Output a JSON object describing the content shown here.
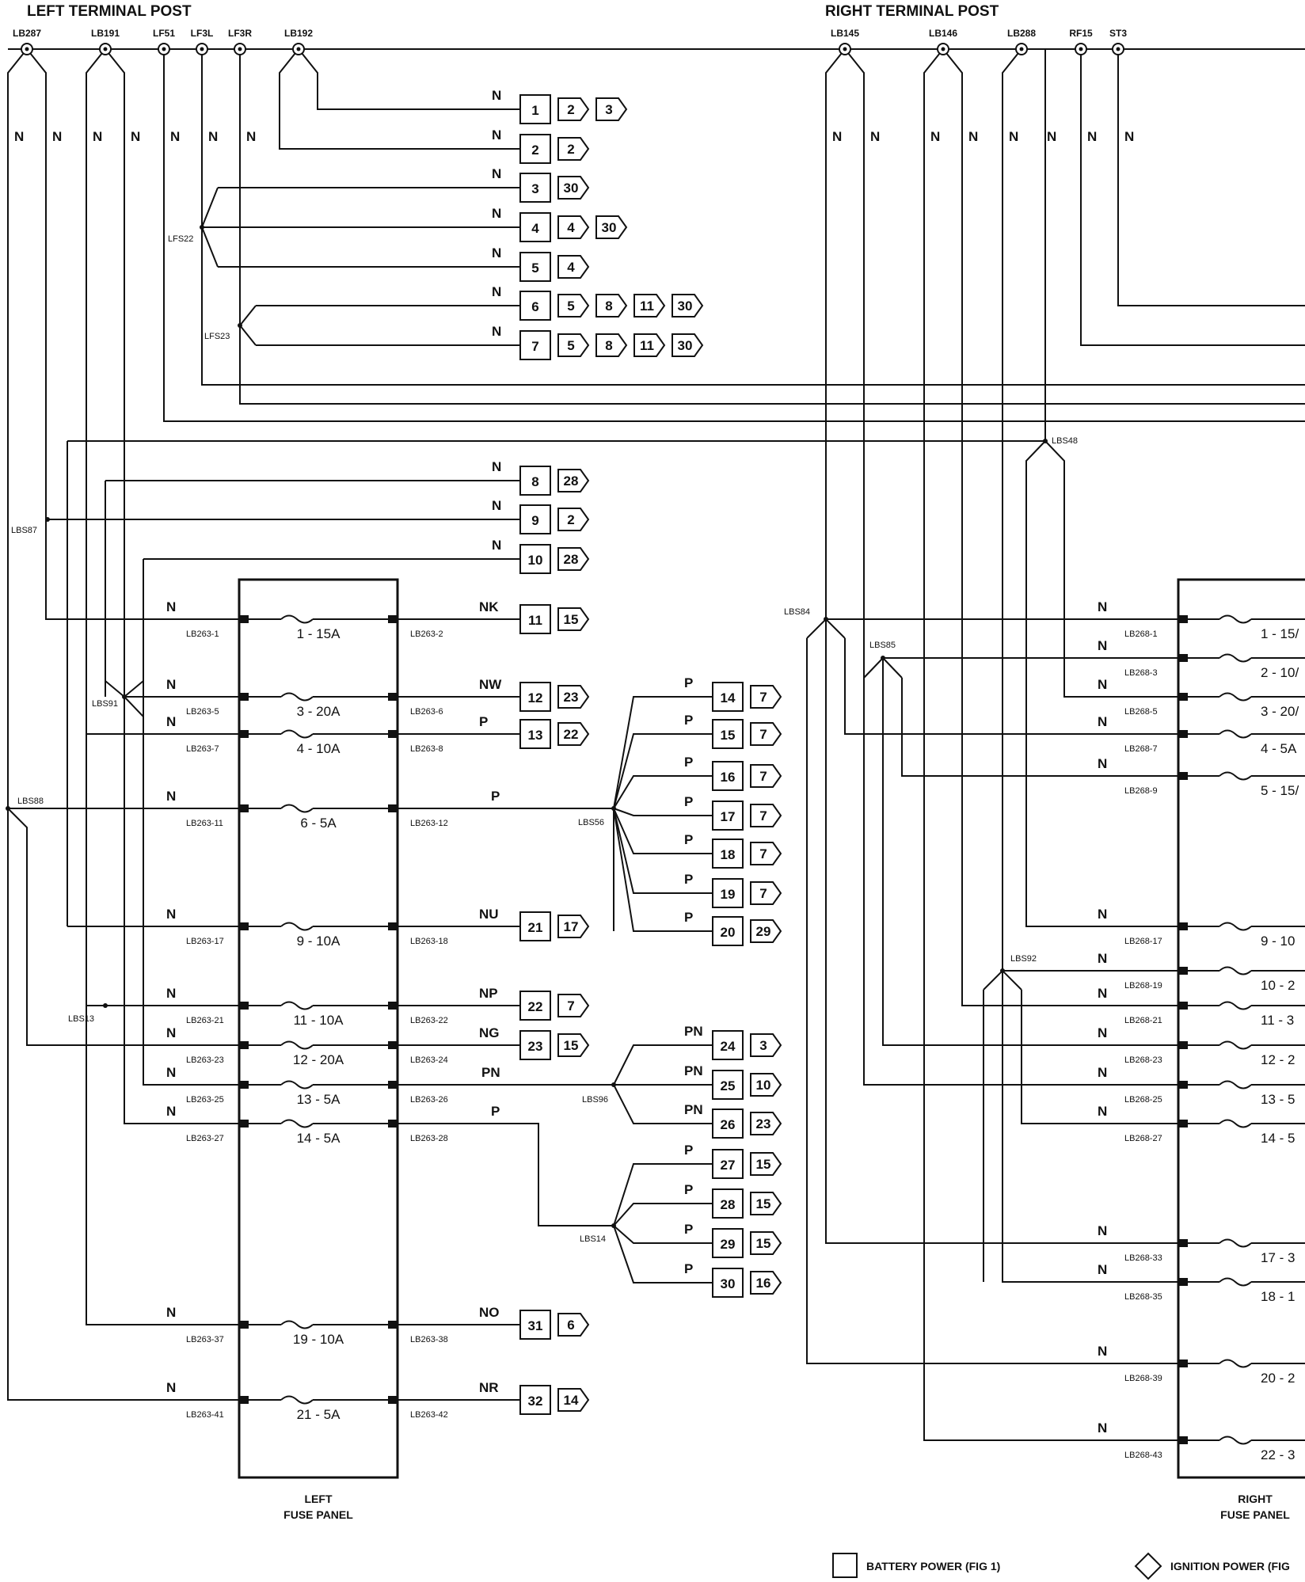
{
  "titles": {
    "left": "LEFT TERMINAL POST",
    "right": "RIGHT TERMINAL POST"
  },
  "panels": {
    "left_line1": "LEFT",
    "left_line2": "FUSE PANEL",
    "right_line1": "RIGHT",
    "right_line2": "FUSE PANEL"
  },
  "legend": {
    "battery": "BATTERY POWER (FIG 1)",
    "ignition": "IGNITION POWER (FIG"
  },
  "left_posts": [
    "LB287",
    "LB191",
    "LF51",
    "LF3L",
    "LF3R",
    "LB192"
  ],
  "right_posts": [
    "LB145",
    "LB146",
    "LB288",
    "RF15",
    "ST3"
  ],
  "splices": [
    "LFS22",
    "LFS23",
    "LBS48",
    "LBS87",
    "LBS91",
    "LBS88",
    "LBS13",
    "LBS56",
    "LBS96",
    "LBS14",
    "LBS84",
    "LBS85",
    "LBS92"
  ],
  "left_fuses": [
    {
      "label": "1 - 15A",
      "in": "LB263-1",
      "out": "LB263-2",
      "in_color": "N",
      "out_color": "NK"
    },
    {
      "label": "3 - 20A",
      "in": "LB263-5",
      "out": "LB263-6",
      "in_color": "N",
      "out_color": "NW"
    },
    {
      "label": "4 - 10A",
      "in": "LB263-7",
      "out": "LB263-8",
      "in_color": "N",
      "out_color": "P"
    },
    {
      "label": "6 - 5A",
      "in": "LB263-11",
      "out": "LB263-12",
      "in_color": "N",
      "out_color": "P"
    },
    {
      "label": "9 - 10A",
      "in": "LB263-17",
      "out": "LB263-18",
      "in_color": "N",
      "out_color": "NU"
    },
    {
      "label": "11 - 10A",
      "in": "LB263-21",
      "out": "LB263-22",
      "in_color": "N",
      "out_color": "NP"
    },
    {
      "label": "12 - 20A",
      "in": "LB263-23",
      "out": "LB263-24",
      "in_color": "N",
      "out_color": "NG"
    },
    {
      "label": "13 - 5A",
      "in": "LB263-25",
      "out": "LB263-26",
      "in_color": "N",
      "out_color": "PN"
    },
    {
      "label": "14 - 5A",
      "in": "LB263-27",
      "out": "LB263-28",
      "in_color": "N",
      "out_color": "P"
    },
    {
      "label": "19 - 10A",
      "in": "LB263-37",
      "out": "LB263-38",
      "in_color": "N",
      "out_color": "NO"
    },
    {
      "label": "21 - 5A",
      "in": "LB263-41",
      "out": "LB263-42",
      "in_color": "N",
      "out_color": "NR"
    }
  ],
  "right_fuses": [
    {
      "label": "1 - 15/",
      "in": "LB268-1",
      "in_color": "N"
    },
    {
      "label": "2 - 10/",
      "in": "LB268-3",
      "in_color": "N"
    },
    {
      "label": "3 - 20/",
      "in": "LB268-5",
      "in_color": "N"
    },
    {
      "label": "4 - 5A",
      "in": "LB268-7",
      "in_color": "N"
    },
    {
      "label": "5 - 15/",
      "in": "LB268-9",
      "in_color": "N"
    },
    {
      "label": "9 - 10",
      "in": "LB268-17",
      "in_color": "N"
    },
    {
      "label": "10 - 2",
      "in": "LB268-19",
      "in_color": "N"
    },
    {
      "label": "11 - 3",
      "in": "LB268-21",
      "in_color": "N"
    },
    {
      "label": "12 - 2",
      "in": "LB268-23",
      "in_color": "N"
    },
    {
      "label": "13 - 5",
      "in": "LB268-25",
      "in_color": "N"
    },
    {
      "label": "14 - 5",
      "in": "LB268-27",
      "in_color": "N"
    },
    {
      "label": "17 - 3",
      "in": "LB268-33",
      "in_color": "N"
    },
    {
      "label": "18 - 1",
      "in": "LB268-35",
      "in_color": "N"
    },
    {
      "label": "20 - 2",
      "in": "LB268-39",
      "in_color": "N"
    },
    {
      "label": "22 - 3",
      "in": "LB268-43",
      "in_color": "N"
    }
  ],
  "circuits": [
    {
      "num": "1",
      "color": "N",
      "refs": [
        "2",
        "3"
      ]
    },
    {
      "num": "2",
      "color": "N",
      "refs": [
        "2"
      ]
    },
    {
      "num": "3",
      "color": "N",
      "refs": [
        "30"
      ]
    },
    {
      "num": "4",
      "color": "N",
      "refs": [
        "4",
        "30"
      ]
    },
    {
      "num": "5",
      "color": "N",
      "refs": [
        "4"
      ]
    },
    {
      "num": "6",
      "color": "N",
      "refs": [
        "5",
        "8",
        "11",
        "30"
      ]
    },
    {
      "num": "7",
      "color": "N",
      "refs": [
        "5",
        "8",
        "11",
        "30"
      ]
    },
    {
      "num": "8",
      "color": "N",
      "refs": [
        "28"
      ]
    },
    {
      "num": "9",
      "color": "N",
      "refs": [
        "2"
      ]
    },
    {
      "num": "10",
      "color": "N",
      "refs": [
        "28"
      ]
    },
    {
      "num": "11",
      "color": "",
      "refs": [
        "15"
      ]
    },
    {
      "num": "12",
      "color": "",
      "refs": [
        "23"
      ]
    },
    {
      "num": "13",
      "color": "",
      "refs": [
        "22"
      ]
    },
    {
      "num": "14",
      "color": "P",
      "refs": [
        "7"
      ]
    },
    {
      "num": "15",
      "color": "P",
      "refs": [
        "7"
      ]
    },
    {
      "num": "16",
      "color": "P",
      "refs": [
        "7"
      ]
    },
    {
      "num": "17",
      "color": "P",
      "refs": [
        "7"
      ]
    },
    {
      "num": "18",
      "color": "P",
      "refs": [
        "7"
      ]
    },
    {
      "num": "19",
      "color": "P",
      "refs": [
        "7"
      ]
    },
    {
      "num": "20",
      "color": "P",
      "refs": [
        "29"
      ]
    },
    {
      "num": "21",
      "color": "",
      "refs": [
        "17"
      ]
    },
    {
      "num": "22",
      "color": "",
      "refs": [
        "7"
      ]
    },
    {
      "num": "23",
      "color": "",
      "refs": [
        "15"
      ]
    },
    {
      "num": "24",
      "color": "PN",
      "refs": [
        "3"
      ]
    },
    {
      "num": "25",
      "color": "PN",
      "refs": [
        "10"
      ]
    },
    {
      "num": "26",
      "color": "PN",
      "refs": [
        "23"
      ]
    },
    {
      "num": "27",
      "color": "P",
      "refs": [
        "15"
      ]
    },
    {
      "num": "28",
      "color": "P",
      "refs": [
        "15"
      ]
    },
    {
      "num": "29",
      "color": "P",
      "refs": [
        "15"
      ]
    },
    {
      "num": "30",
      "color": "P",
      "refs": [
        "16"
      ]
    },
    {
      "num": "31",
      "color": "",
      "refs": [
        "6"
      ]
    },
    {
      "num": "32",
      "color": "",
      "refs": [
        "14"
      ]
    }
  ],
  "wire_colors": {
    "n": "N"
  }
}
